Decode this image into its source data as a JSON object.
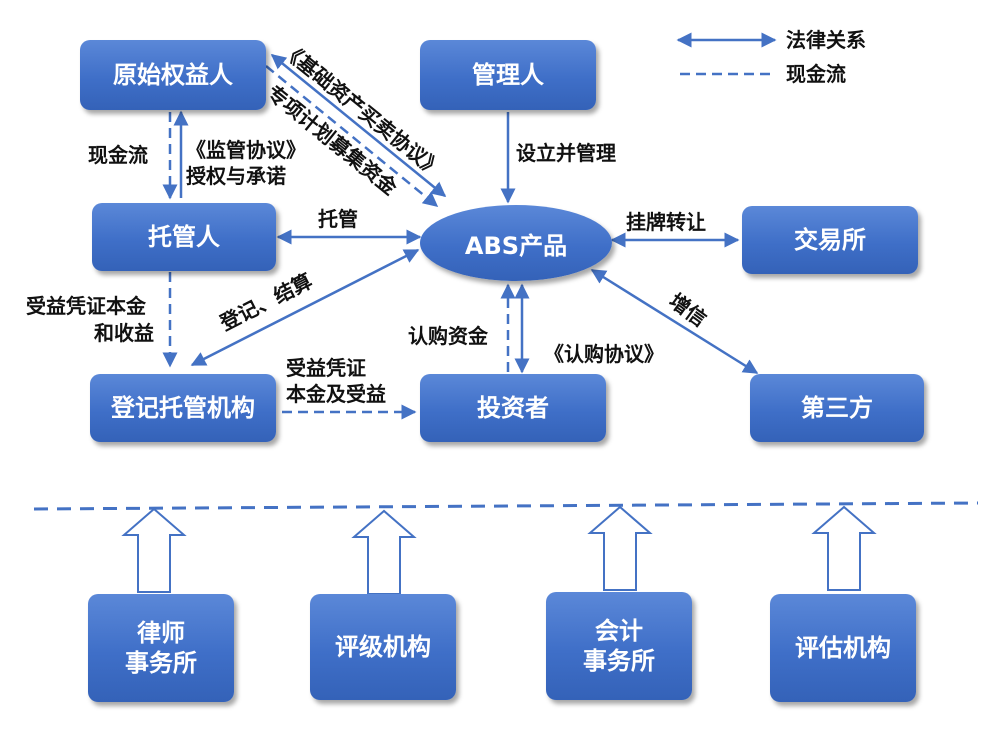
{
  "legend": {
    "legal": "法律关系",
    "cash": "现金流"
  },
  "nodes": {
    "originator": "原始权益人",
    "manager": "管理人",
    "custodian": "托管人",
    "abs": "ABS产品",
    "exchange": "交易所",
    "registrar": "登记托管机构",
    "investor": "投资者",
    "third_party": "第三方",
    "lawyer": "律师\n事务所",
    "rating": "评级机构",
    "accounting": "会计\n事务所",
    "valuation": "评估机构"
  },
  "labels": {
    "asset_sale": "《基础资产买卖协议》",
    "special_plan": "专项计划募集资金",
    "cash_flow": "现金流",
    "supervision_agreement": "《监管协议》",
    "authorization": "授权与承诺",
    "setup_manage": "设立并管理",
    "custody": "托管",
    "listing_transfer": "挂牌转让",
    "registration": "登记、结算",
    "beneficiary_principal": "受益凭证本金",
    "and_income": "和收益",
    "subscription_funds": "认购资金",
    "subscription_agreement": "《认购协议》",
    "beneficiary_cert": "受益凭证",
    "principal_income": "本金及受益",
    "credit_enhancement": "增信"
  }
}
